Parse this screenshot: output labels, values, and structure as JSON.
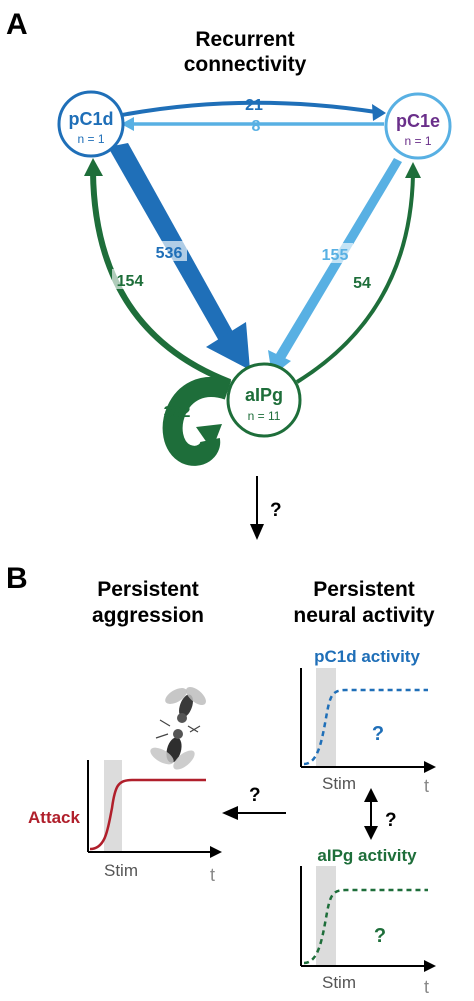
{
  "panel_a": {
    "label": "A",
    "title_line1": "Recurrent",
    "title_line2": "connectivity",
    "nodes": {
      "pc1d": {
        "name": "pC1d",
        "n": "n = 1"
      },
      "pc1e": {
        "name": "pC1e",
        "n": "n = 1"
      },
      "alpg": {
        "name": "aIPg",
        "n": "n = 11"
      }
    },
    "edges": {
      "pc1d_to_pc1e": "21",
      "pc1e_to_pc1d": "8",
      "pc1d_to_alpg": "536",
      "alpg_to_pc1d": "154",
      "pc1e_to_alpg": "155",
      "alpg_to_pc1e": "54",
      "alpg_self": "392"
    },
    "question": "?"
  },
  "panel_b": {
    "label": "B",
    "left_title_line1": "Persistent",
    "left_title_line2": "aggression",
    "right_title_line1": "Persistent",
    "right_title_line2": "neural activity",
    "attack_label": "Attack",
    "stim_label": "Stim",
    "t_label": "t",
    "pc1d_activity": "pC1d activity",
    "alpg_activity": "aIPg activity",
    "question": "?"
  },
  "colors": {
    "pc1d_blue": "#1f6fb8",
    "pc1e_lightblue": "#58b0e3",
    "alpg_green": "#1e6e3a",
    "pc1e_purple": "#6a2f8a",
    "attack_red": "#b01f2b",
    "stim_gray": "#dcdcdc"
  }
}
